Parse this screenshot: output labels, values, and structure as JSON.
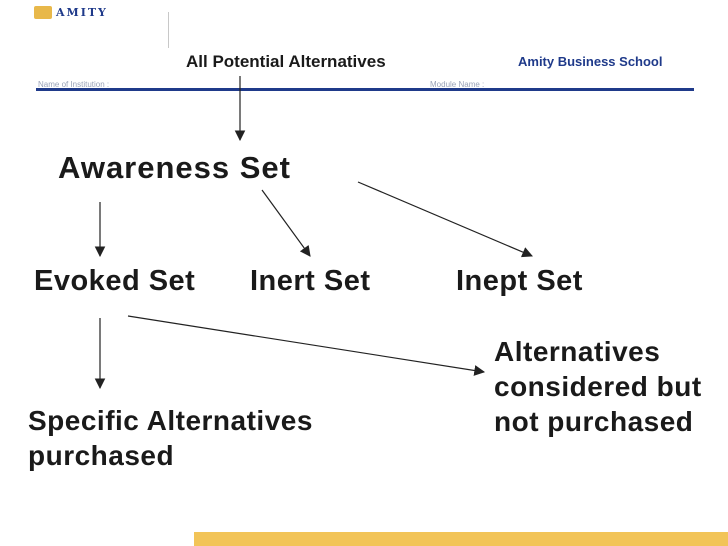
{
  "header": {
    "logo_text": "AMITY",
    "top_label": "All Potential Alternatives",
    "brand": "Amity Business School",
    "faint_left": "Name of Institution :",
    "faint_right": "Module Name :"
  },
  "diagram": {
    "awareness": "Awareness Set",
    "evoked": "Evoked Set",
    "inert": "Inert Set",
    "inept": "Inept Set",
    "specific": "Specific Alternatives purchased",
    "considered": "Alternatives considered but not purchased"
  },
  "colors": {
    "brand_blue": "#1f3a8a",
    "footer_gold": "#f2c458",
    "arrow": "#222222"
  }
}
